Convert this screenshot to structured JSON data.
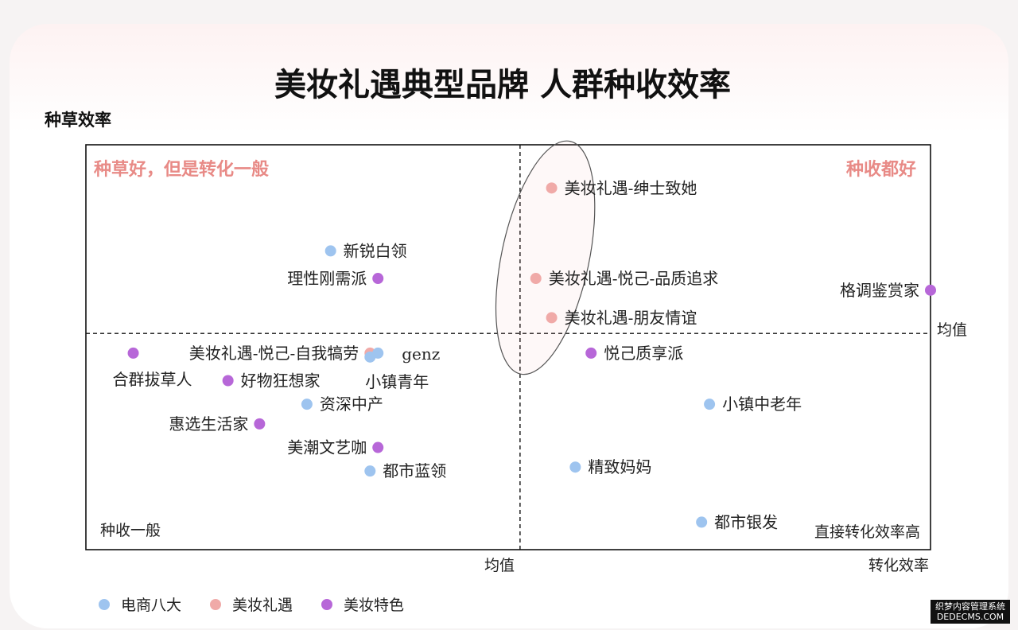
{
  "chart_data": {
    "type": "scatter",
    "title": "美妆礼遇典型品牌 人群种收效率",
    "ylabel": "种草效率",
    "xlabel": "转化效率",
    "x_mid_label": "均值",
    "y_mid_label": "均值",
    "quadrants": {
      "top_left": "种草好，但是转化一般",
      "top_right": "种收都好",
      "bottom_left": "种收一般",
      "bottom_right": "直接转化效率高"
    },
    "series_colors": {
      "电商八大": "#9ec4ef",
      "美妆礼遇": "#f0aaa8",
      "美妆特色": "#b767d8"
    },
    "points": [
      {
        "label": "美妆礼遇-绅士致她",
        "series": "美妆礼遇",
        "x": 1.04,
        "y": 1.37
      },
      {
        "label": "美妆礼遇-悦己-品质追求",
        "series": "美妆礼遇",
        "x": 1.02,
        "y": 1.14
      },
      {
        "label": "美妆礼遇-朋友情谊",
        "series": "美妆礼遇",
        "x": 1.04,
        "y": 1.04
      },
      {
        "label": "新锐白领",
        "series": "电商八大",
        "x": 0.76,
        "y": 1.21
      },
      {
        "label": "理性刚需派",
        "series": "美妆特色",
        "x": 0.82,
        "y": 1.14
      },
      {
        "label": "格调鉴赏家",
        "series": "美妆特色",
        "x": 1.52,
        "y": 1.11
      },
      {
        "label": "美妆礼遇-悦己-自我犒劳",
        "series": "美妆礼遇",
        "x": 0.81,
        "y": 0.95
      },
      {
        "label": "genz",
        "series": "电商八大",
        "x": 0.82,
        "y": 0.95
      },
      {
        "label": "小镇青年",
        "series": "电商八大",
        "x": 0.81,
        "y": 0.94
      },
      {
        "label": "悦己质享派",
        "series": "美妆特色",
        "x": 1.09,
        "y": 0.95
      },
      {
        "label": "合群拔草人",
        "series": "美妆特色",
        "x": 0.51,
        "y": 0.95
      },
      {
        "label": "好物狂想家",
        "series": "美妆特色",
        "x": 0.63,
        "y": 0.88
      },
      {
        "label": "资深中产",
        "series": "电商八大",
        "x": 0.73,
        "y": 0.82
      },
      {
        "label": "小镇中老年",
        "series": "电商八大",
        "x": 1.24,
        "y": 0.82
      },
      {
        "label": "惠选生活家",
        "series": "美妆特色",
        "x": 0.67,
        "y": 0.77
      },
      {
        "label": "美潮文艺咖",
        "series": "美妆特色",
        "x": 0.82,
        "y": 0.71
      },
      {
        "label": "都市蓝领",
        "series": "电商八大",
        "x": 0.81,
        "y": 0.65
      },
      {
        "label": "精致妈妈",
        "series": "电商八大",
        "x": 1.07,
        "y": 0.66
      },
      {
        "label": "都市银发",
        "series": "电商八大",
        "x": 1.23,
        "y": 0.52
      }
    ],
    "xlim": [
      0.45,
      1.52
    ],
    "ylim": [
      0.45,
      1.48
    ],
    "x_mean": 1.0,
    "y_mean": 1.0,
    "highlight_group": "美妆礼遇",
    "legend": [
      "电商八大",
      "美妆礼遇",
      "美妆特色"
    ],
    "grid": false,
    "legend_position": "bottom-left"
  },
  "watermark": {
    "line1": "织梦内容管理系统",
    "line2": "DEDECMS.COM"
  }
}
